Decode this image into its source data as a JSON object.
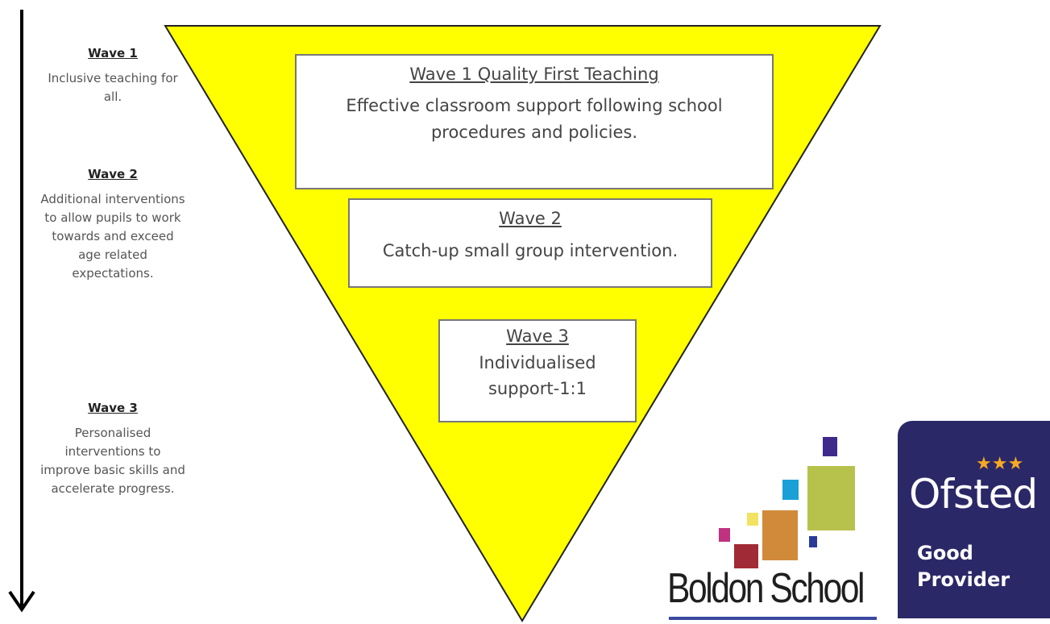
{
  "side": {
    "wave1": {
      "title": "Wave 1",
      "text": "Inclusive teaching for all."
    },
    "wave2": {
      "title": "Wave 2",
      "text": "Additional interventions to allow pupils to work towards and exceed age related expectations."
    },
    "wave3": {
      "title": "Wave 3",
      "text": "Personalised interventions to improve basic skills and accelerate progress."
    }
  },
  "pyramid": {
    "fill": "#ffff00",
    "boxes": [
      {
        "title": "Wave 1 Quality First Teaching",
        "text": "Effective classroom support following school procedures and policies."
      },
      {
        "title": "Wave 2",
        "text": "Catch-up small group intervention."
      },
      {
        "title": "Wave 3",
        "text": "Individualised support-1:1"
      }
    ]
  },
  "logos": {
    "school": {
      "name": "Boldon School"
    },
    "ofsted": {
      "name": "Ofsted",
      "line1": "Good",
      "line2": "Provider",
      "bg": "#2b2868",
      "star_color": "#f7a823"
    }
  }
}
